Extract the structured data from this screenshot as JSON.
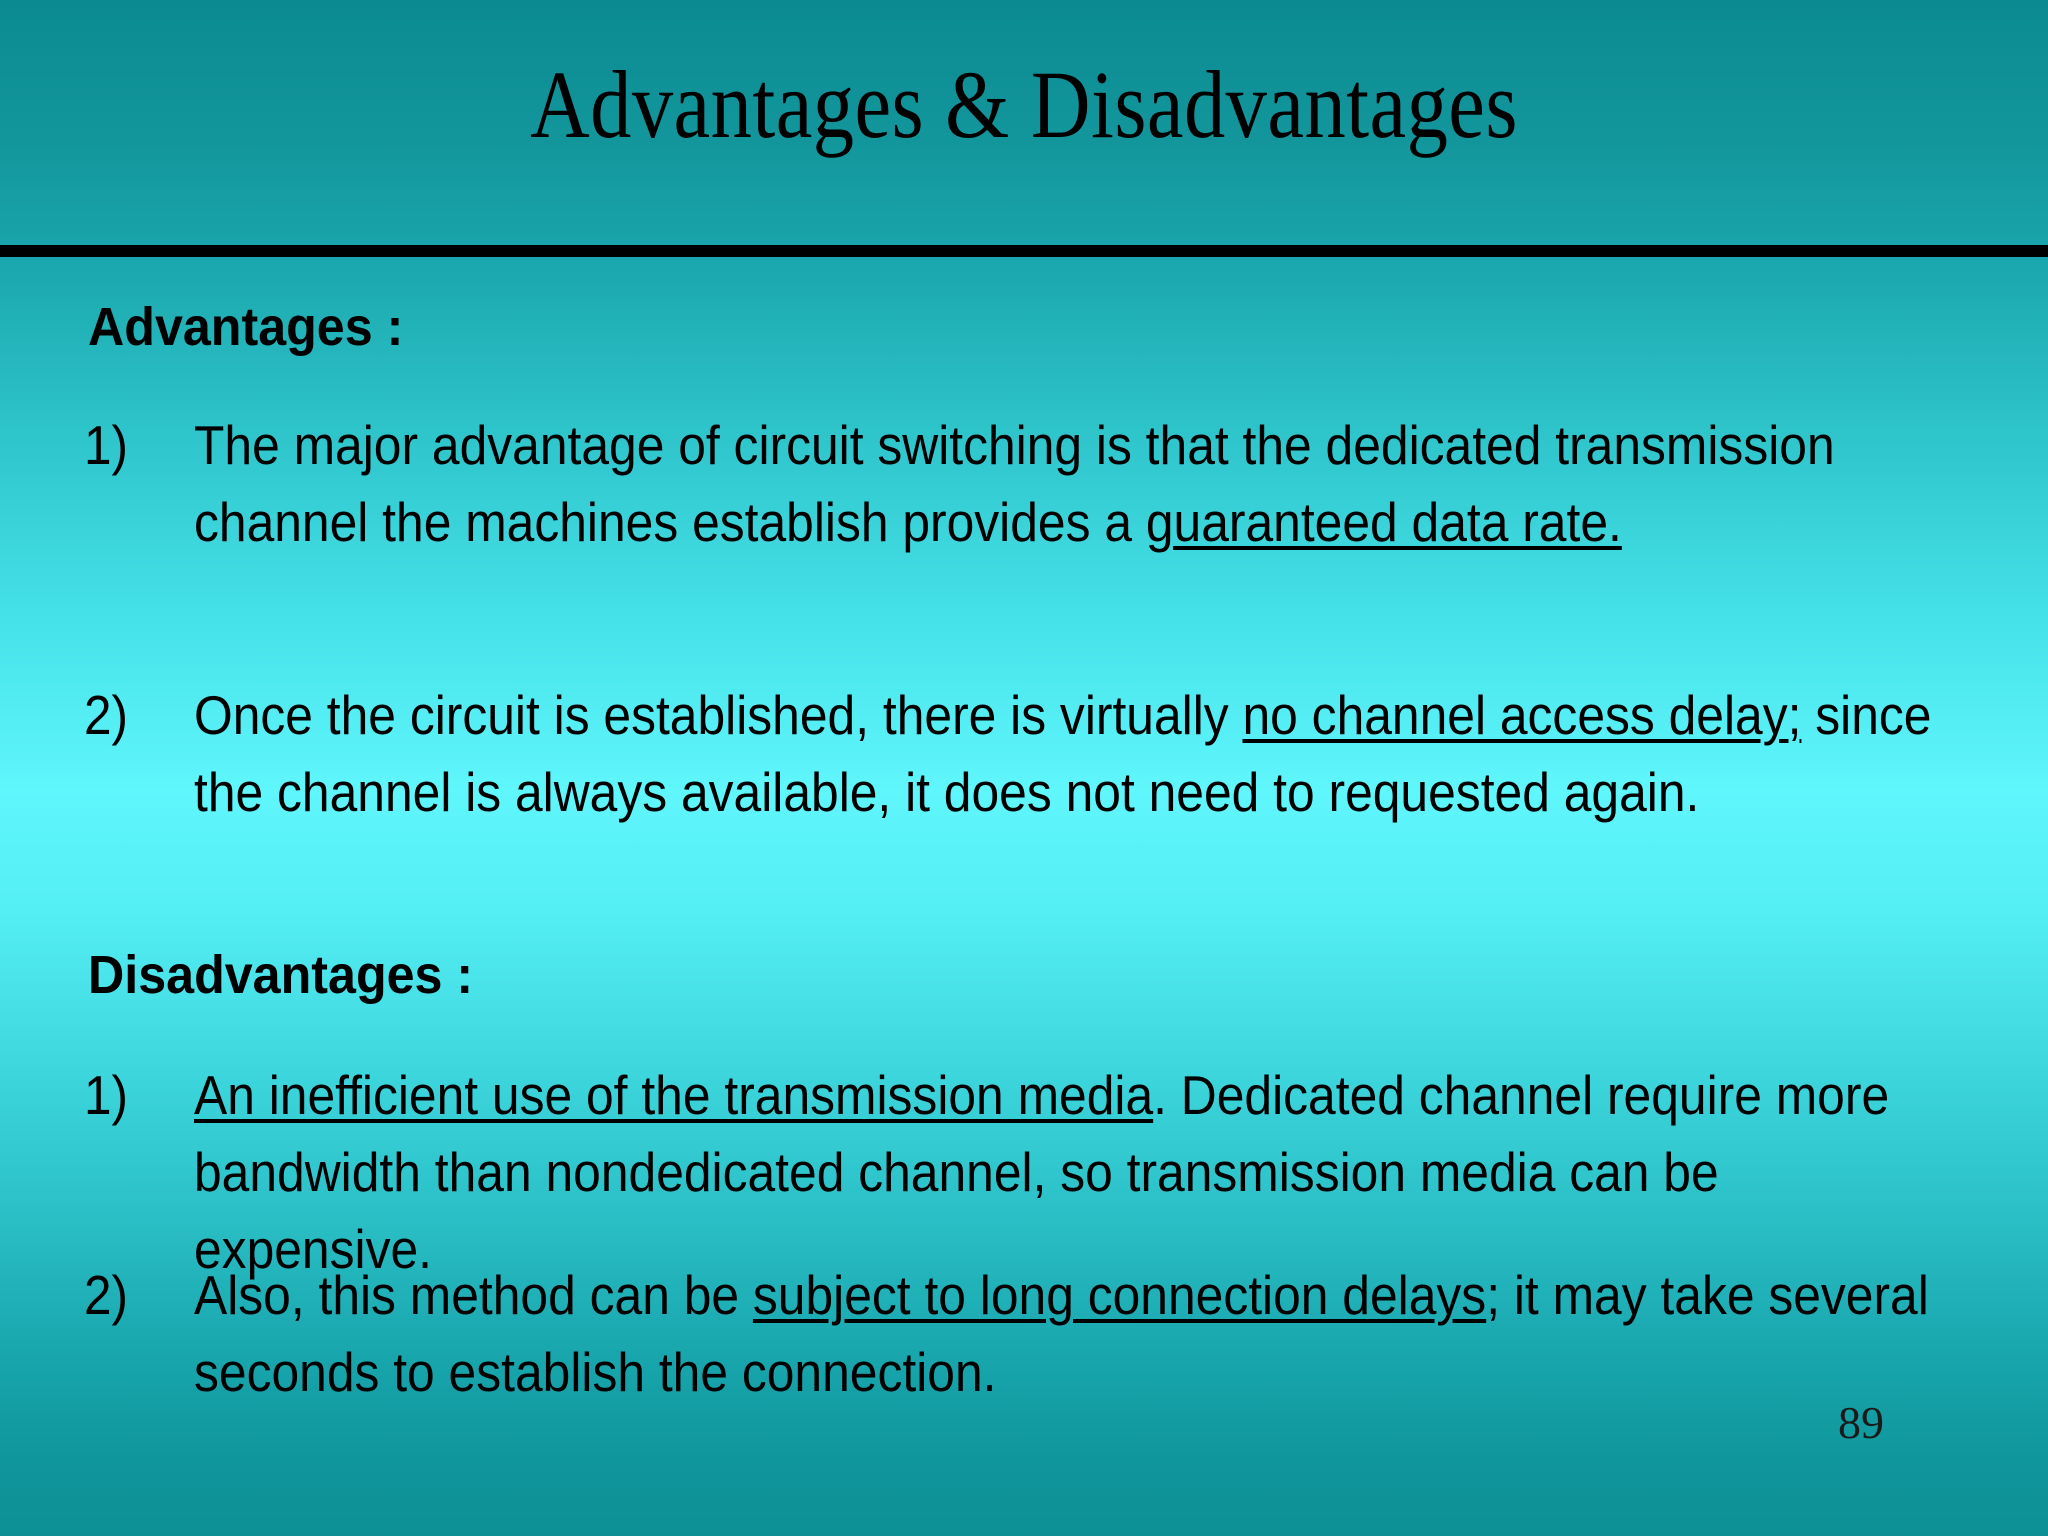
{
  "slide": {
    "title": "Advantages & Disadvantages",
    "page_number": "89",
    "colors": {
      "background_top": "#0b8a91",
      "background_middle": "#5ff6fc",
      "background_bottom": "#0d8f95",
      "rule": "#000000",
      "text": "#000000"
    }
  },
  "sections": {
    "advantages": {
      "heading": "Advantages :",
      "items": [
        {
          "number": "1)",
          "before": "The major advantage of circuit switching is that the dedicated transmission channel the machines establish provides a ",
          "underlined": "guaranteed data rate.",
          "after": ""
        },
        {
          "number": "2)",
          "before": "Once the circuit is established, there is virtually ",
          "underlined": "no channel access delay;",
          "after": " since the channel is always available, it does not need to requested again."
        }
      ]
    },
    "disadvantages": {
      "heading": "Disadvantages :",
      "items": [
        {
          "number": "1)",
          "before": "",
          "underlined": "An inefficient use of the transmission media",
          "after": ". Dedicated channel require more bandwidth than nondedicated channel, so transmission media can be expensive."
        },
        {
          "number": "2)",
          "before": "Also, this method can be ",
          "underlined": "subject to long connection delays",
          "after": "; it may take several seconds to establish the connection."
        }
      ]
    }
  }
}
